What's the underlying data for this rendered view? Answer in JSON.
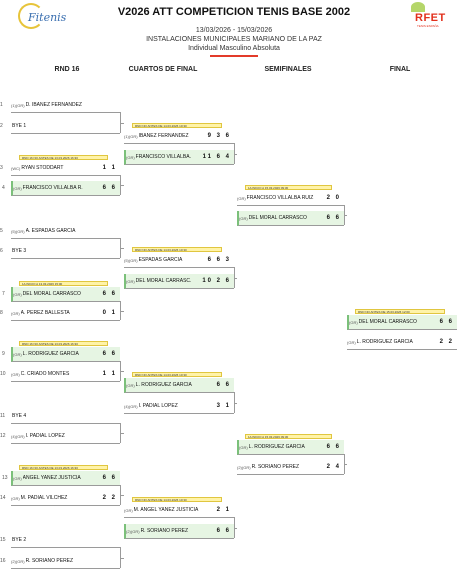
{
  "header": {
    "title": "V2026 ATT COMPETICION TENIS BASE 2002",
    "dates": "13/03/2026 - 15/03/2026",
    "venue": "INSTALACIONES MUNICIPALES MARIANO DE LA PAZ",
    "category": "Individual Masculino Absoluta",
    "logo_left": "Fitenis",
    "logo_right": "RFET",
    "logo_right_sub": "TENIS ESPAÑA"
  },
  "rounds": [
    "RND 16",
    "CUARTOS DE FINAL",
    "SEMIFINALES",
    "FINAL"
  ],
  "r16": [
    {
      "num": "1",
      "seed": "(1)(GR)",
      "name": "D. IBAÑEZ FERNANDEZ",
      "score": "",
      "win": false
    },
    {
      "num": "2",
      "seed": "",
      "name": "BYE 1",
      "score": "",
      "win": false
    },
    {
      "num": "3",
      "seed": "(WC)",
      "name": "RYAN STODDART",
      "score": "1 1",
      "win": false,
      "badge": "RND 16 NO ANTES DE 13.03.2026 16:30"
    },
    {
      "num": "4",
      "seed": "(GR)",
      "name": "FRANCISCO VILLALBA R.",
      "score": "6 6",
      "win": true
    },
    {
      "num": "5",
      "seed": "(5)(GR)",
      "name": "A. ESPADAS GARCIA",
      "score": "",
      "win": false
    },
    {
      "num": "6",
      "seed": "",
      "name": "BYE 3",
      "score": "",
      "win": false
    },
    {
      "num": "7",
      "seed": "(GR)",
      "name": "DEL MORAL CARRASCO",
      "score": "6 6",
      "win": true,
      "badge": "1A INICIO A 13.03.2026 15:00"
    },
    {
      "num": "8",
      "seed": "(GR)",
      "name": "A. PEREZ BALLESTA",
      "score": "0 1",
      "win": false
    },
    {
      "num": "9",
      "seed": "(GR)",
      "name": "L. RODRIGUEZ GARCIA",
      "score": "6 6",
      "win": true,
      "badge": "RND 16 NO ANTES DE 13.03.2026 16:30"
    },
    {
      "num": "10",
      "seed": "(GR)",
      "name": "C. CRIADO MONTES",
      "score": "1 1",
      "win": false
    },
    {
      "num": "11",
      "seed": "",
      "name": "BYE 4",
      "score": "",
      "win": false
    },
    {
      "num": "12",
      "seed": "(4)(GR)",
      "name": "I. PADIAL LOPEZ",
      "score": "",
      "win": false
    },
    {
      "num": "13",
      "seed": "(GR)",
      "name": "ANGEL YAÑEZ JUSTICIA",
      "score": "6 6",
      "win": true,
      "badge": "RND 16 NO ANTES DE 13.03.2026 16:30"
    },
    {
      "num": "14",
      "seed": "(GR)",
      "name": "M. PADIAL VILCHEZ",
      "score": "2 2",
      "win": false
    },
    {
      "num": "15",
      "seed": "",
      "name": "BYE 2",
      "score": "",
      "win": false
    },
    {
      "num": "16",
      "seed": "(2)(GR)",
      "name": "R. SORIANO PEREZ",
      "score": "",
      "win": false
    }
  ],
  "qf": [
    {
      "seed": "(1)(GR)",
      "name": "IBAÑEZ FERNANDEZ",
      "score": "9 3 6",
      "win": false,
      "badge": "RND NO ANTES DE 14.03.2026 10:30"
    },
    {
      "seed": "(GR)",
      "name": "FRANCISCO VILLALBA.",
      "score": "11 6 4",
      "win": true
    },
    {
      "seed": "(5)(GR)",
      "name": "ESPADAS GARCIA",
      "score": "6 6 3",
      "win": false,
      "badge": "RND NO ANTES DE 14.03.2026 10:30"
    },
    {
      "seed": "(GR)",
      "name": "DEL MORAL CARRASC.",
      "score": "10 2 6",
      "win": true
    },
    {
      "seed": "(GR)",
      "name": "L. RODRIGUEZ GARCIA",
      "score": "6 6",
      "win": true,
      "badge": "RND NO ANTES DE 14.03.2026 10:30"
    },
    {
      "seed": "(4)(GR)",
      "name": "I. PADIAL LOPEZ",
      "score": "3 1",
      "win": false
    },
    {
      "seed": "(GR)",
      "name": "M. ANGEL YAÑEZ JUSTICIA",
      "score": "2 1",
      "win": false,
      "badge": "RND NO ANTES DE 14.03.2026 10:30"
    },
    {
      "seed": "(2)(GR)",
      "name": "R. SORIANO PEREZ",
      "score": "6 6",
      "win": true
    }
  ],
  "sf": [
    {
      "seed": "(GR)",
      "name": "FRANCISCO VILLALBA RUIZ",
      "score": "2 0",
      "win": false,
      "badge": "1A INICIO A 15.03.2026 09:30"
    },
    {
      "seed": "(GR)",
      "name": "DEL MORAL CARRASCO",
      "score": "6 6",
      "win": true
    },
    {
      "seed": "(GR)",
      "name": "L. RODRIGUEZ GARCIA",
      "score": "6 6",
      "win": true,
      "badge": "1A INICIO A 15.03.2026 09:30"
    },
    {
      "seed": "(2)(GR)",
      "name": "R. SORIANO PEREZ",
      "score": "2 4",
      "win": false
    }
  ],
  "final": [
    {
      "seed": "(GR)",
      "name": "DEL MORAL CARRASCO",
      "score": "6 6",
      "win": true,
      "badge": "RND NO ANTES DE 15.03.2026 12:00"
    },
    {
      "seed": "(GR)",
      "name": "L. RODRIGUEZ GARCIA",
      "score": "2 2",
      "win": false
    }
  ],
  "colors": {
    "winner_bg": "#e6f5e3",
    "badge_bg": "#fff3a8",
    "accent_red": "#e33b2a"
  }
}
